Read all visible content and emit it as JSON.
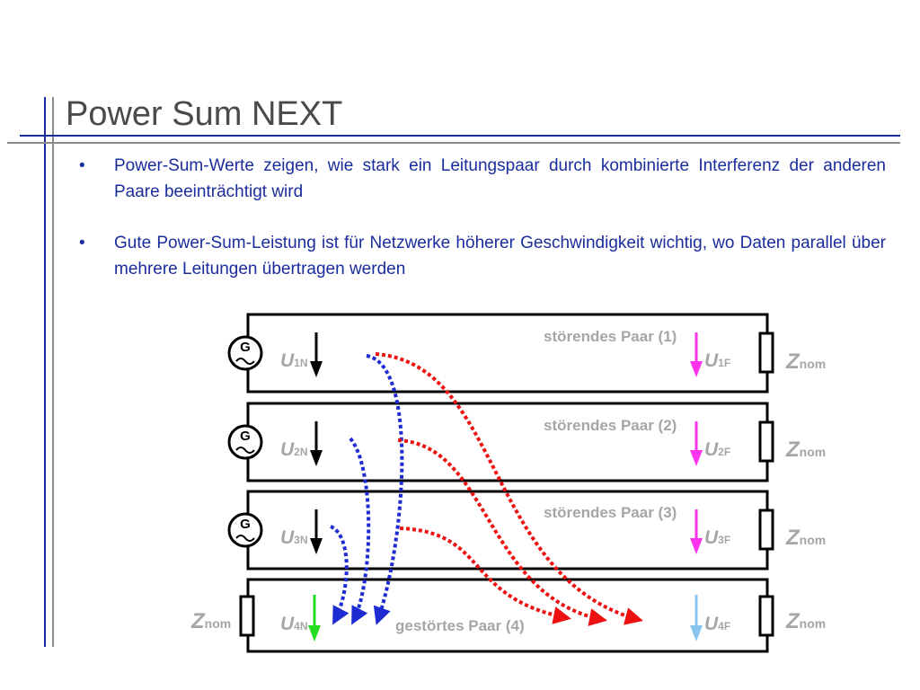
{
  "slide": {
    "title": "Power Sum NEXT",
    "bullets": [
      {
        "marker": "•",
        "text": "Power-Sum-Werte zeigen, wie stark ein Leitungspaar durch kombinierte Interferenz der anderen Paare beeinträchtigt wird"
      },
      {
        "marker": "•",
        "text": "Gute Power-Sum-Leistung ist für Netzwerke höherer Geschwindigkeit wichtig, wo Daten parallel über mehrere Leitungen übertragen werden"
      }
    ]
  },
  "diagram": {
    "generator_symbol": "G",
    "pairs": [
      {
        "label": "störendes Paar (1)",
        "near_voltage": "U",
        "near_sub": "1N",
        "far_voltage": "U",
        "far_sub": "1F",
        "z_symbol": "Z",
        "z_sub": "nom"
      },
      {
        "label": "störendes Paar (2)",
        "near_voltage": "U",
        "near_sub": "2N",
        "far_voltage": "U",
        "far_sub": "2F",
        "z_symbol": "Z",
        "z_sub": "nom"
      },
      {
        "label": "störendes Paar (3)",
        "near_voltage": "U",
        "near_sub": "3N",
        "far_voltage": "U",
        "far_sub": "3F",
        "z_symbol": "Z",
        "z_sub": "nom"
      },
      {
        "label": "gestörtes Paar (4)",
        "near_voltage": "U",
        "near_sub": "4N",
        "far_voltage": "U",
        "far_sub": "4F",
        "z_symbol": "Z",
        "z_sub": "nom",
        "z_left_symbol": "Z",
        "z_left_sub": "nom"
      }
    ],
    "colors": {
      "near_end_coupling": "#1d2bd1",
      "far_end_coupling": "#ee1111",
      "disturbing_far_arrow": "#ff33ee",
      "victim_near_arrow": "#22dd22",
      "victim_far_arrow": "#88c4f0",
      "source_arrow": "#000000",
      "label_gray": "#a6a6a6",
      "text_blue": "#1b2d9c",
      "title_gray": "#4a4a4a"
    }
  }
}
